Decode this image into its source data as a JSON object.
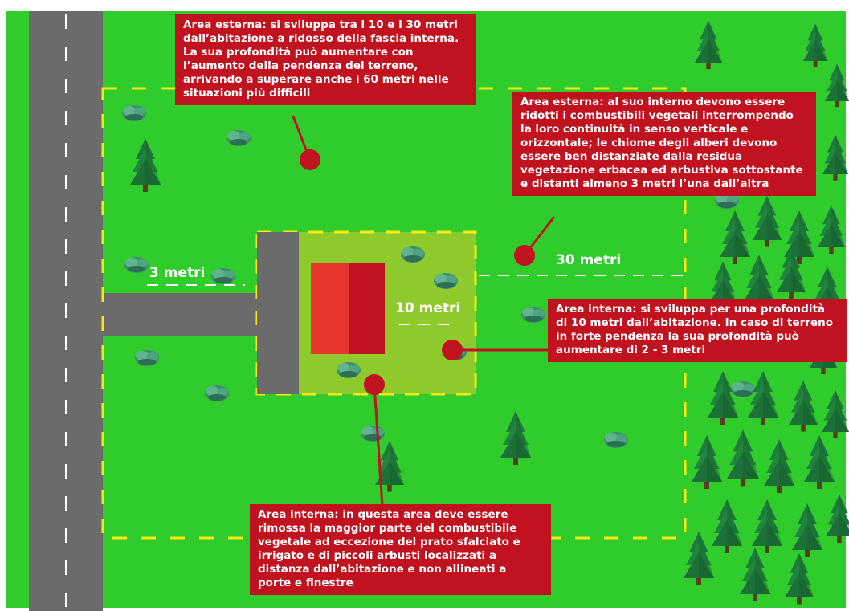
{
  "colors": {
    "grass": "#2fcc2c",
    "inner_zone": "#8fca2c",
    "road": "#6b6b6b",
    "dash_yellow": "#f5ea14",
    "callout_red": "#c1121f",
    "house_left": "#e8352d",
    "house_right": "#c1121f"
  },
  "callouts": {
    "external_top": "Area esterna: si sviluppa tra i 10 e i 30 metri dall’abitazione a ridosso della fascia interna. La sua profondità può aumentare con l’aumento della pendenza del terreno, arrivando a superare anche i 60 metri nelle situazioni più difficili",
    "external_right": "Area esterna: al suo interno devono essere ridotti i combustibili vegetali interrompendo la loro continuità in senso verticale e orizzontale; le chiome degli alberi devono essere ben distanziate dalla residua vegetazione erbacea ed arbustiva sottostante e distanti almeno 3 metri l’una dall’altra",
    "internal_right": "Area interna: si sviluppa per una profondità di 10 metri dall’abitazione. In caso di terreno in forte pendenza la sua profondità può aumentare di 2 - 3 metri",
    "internal_bottom": "Area interna: in questa area deve essere rimossa la maggior parte del combustibile vegetale ad eccezione del prato sfalciato e irrigato e di piccoli arbusti localizzati a distanza dall’abitazione e non allineati a porte e finestre"
  },
  "distance_labels": {
    "three": "3 metri",
    "ten": "10 metri",
    "thirty": "30 metri"
  }
}
